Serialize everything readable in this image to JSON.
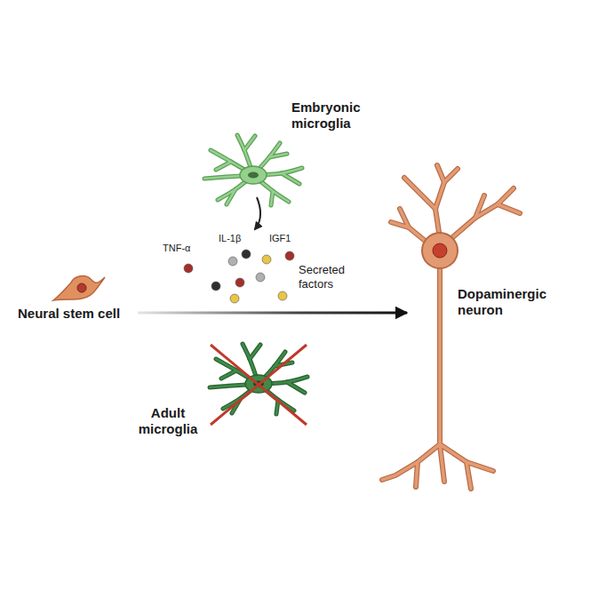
{
  "diagram": {
    "nodes": [
      {
        "text": [
          "Neural stem cell"
        ]
      },
      {
        "text": [
          "Dopaminergic neuron"
        ]
      },
      {
        "text": [
          "Embryonic microglia"
        ]
      },
      {
        "text": [
          "Adult microglia"
        ]
      }
    ],
    "edges": [
      {
        "from": 0,
        "to": 1,
        "arrow": "to"
      }
    ],
    "labels": [
      "TNF-α",
      "IL-1β",
      "IGF1",
      "Secreted factors"
    ]
  }
}
